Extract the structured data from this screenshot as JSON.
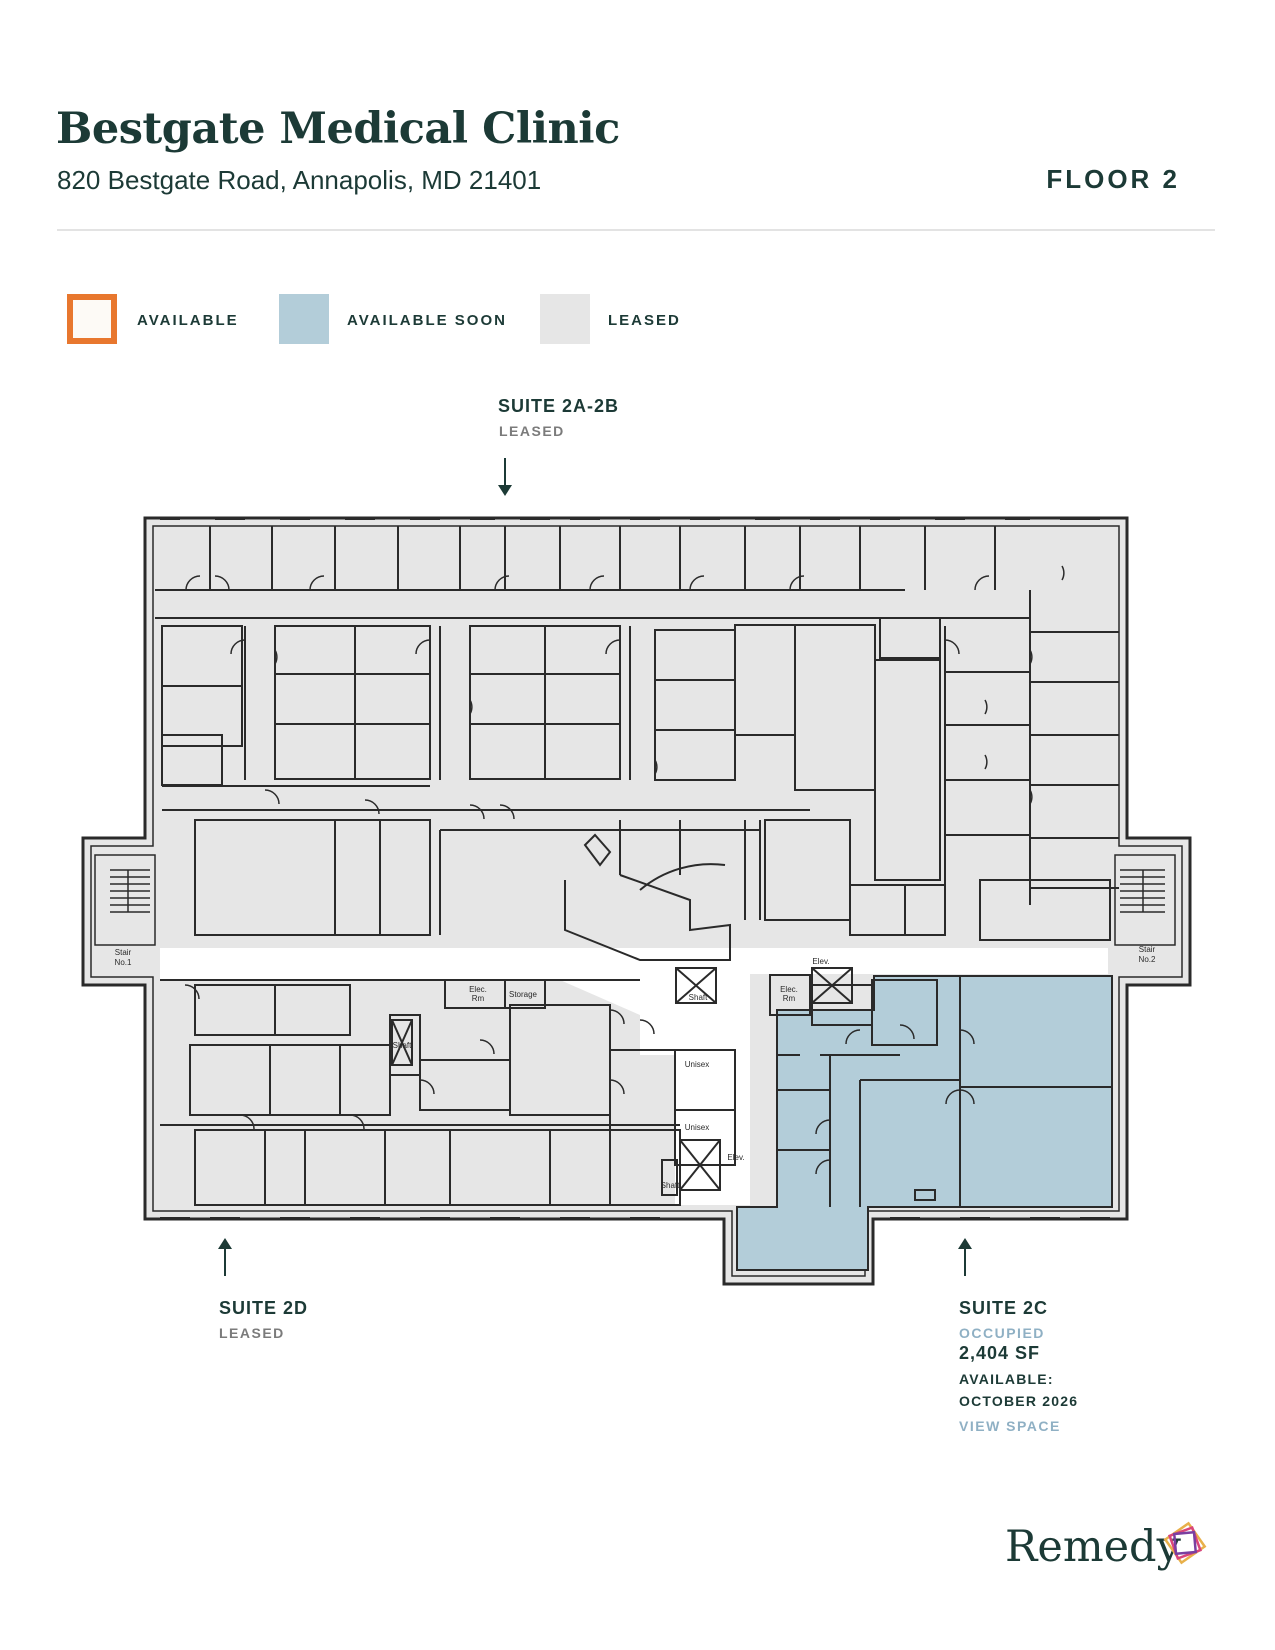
{
  "header": {
    "title": "Bestgate Medical Clinic",
    "address": "820 Bestgate Road, Annapolis, MD 21401",
    "floor": "FLOOR 2"
  },
  "legend": [
    {
      "label": "AVAILABLE",
      "color": "#e8772e"
    },
    {
      "label": "AVAILABLE SOON",
      "color": "#b3cdd9"
    },
    {
      "label": "LEASED",
      "color": "#e6e6e6"
    }
  ],
  "suites": {
    "suite_2a_2b": {
      "name": "SUITE 2A-2B",
      "status": "LEASED"
    },
    "suite_2d": {
      "name": "SUITE 2D",
      "status": "LEASED"
    },
    "suite_2c": {
      "name": "SUITE 2C",
      "status": "OCCUPIED",
      "size": "2,404 SF",
      "available_label": "AVAILABLE:",
      "available_date": "OCTOBER 2026",
      "link": "VIEW SPACE"
    }
  },
  "plan_labels": {
    "stair1": [
      "Stair",
      "No.1"
    ],
    "stair2": [
      "Stair",
      "No.2"
    ],
    "elec_rm": [
      "Elec.",
      "Rm"
    ],
    "storage": "Storage",
    "shaft": "Shaft",
    "unisex": "Unisex",
    "elev": "Elev."
  },
  "colors": {
    "leased": "#e6e6e6",
    "available_soon": "#b3cdd9",
    "wall": "#2a2a2a"
  },
  "brand": "Remedy"
}
